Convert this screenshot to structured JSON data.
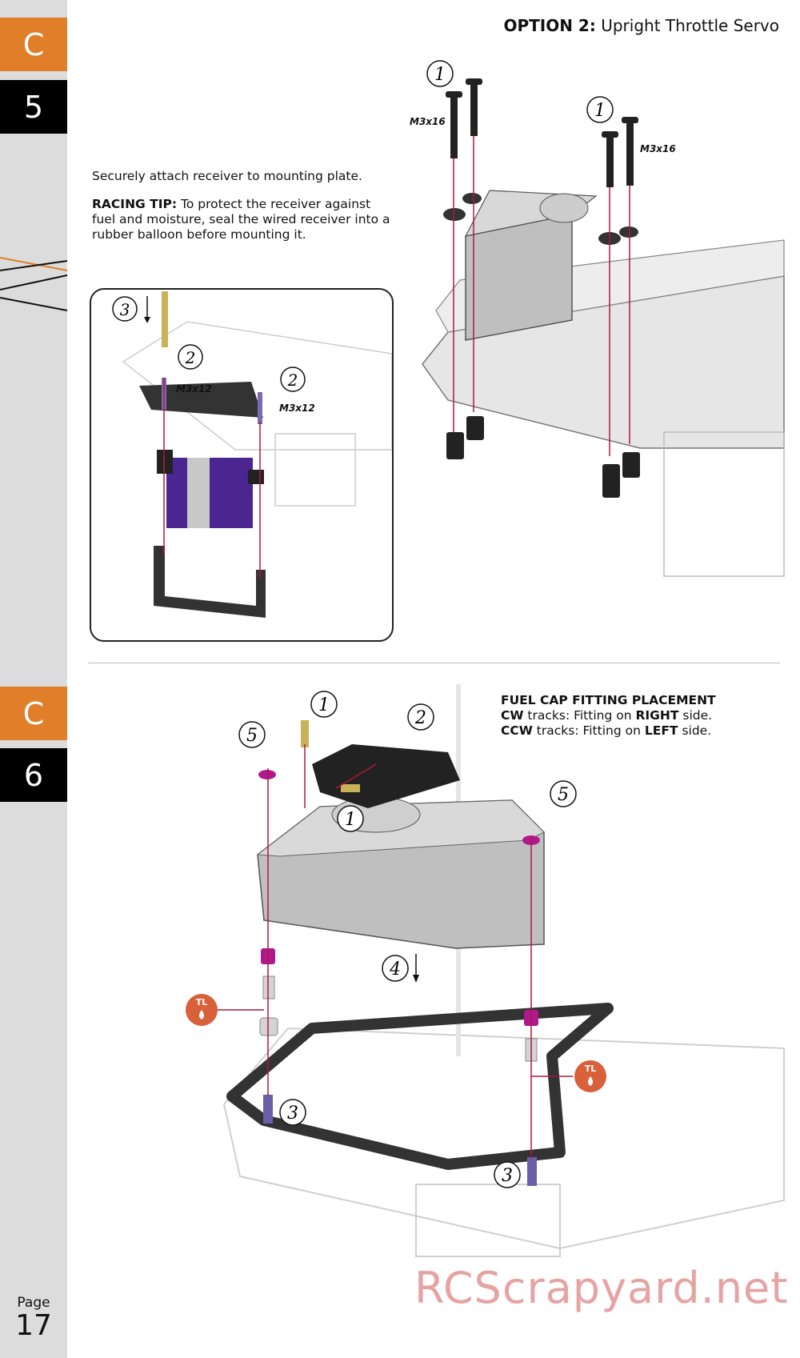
{
  "sidebar": {
    "top_letter": "C",
    "top_number": "5",
    "bottom_letter": "C",
    "bottom_number": "6",
    "page_label": "Page",
    "page_number": "17"
  },
  "step5": {
    "option_bold": "OPTION 2:",
    "option_rest": "Upright Throttle Servo",
    "instruction": "Securely attach receiver to mounting plate.",
    "tip_label": "RACING TIP:",
    "tip_text": "To protect the receiver against fuel and moisture, seal the wired receiver into a rubber balloon before mounting it.",
    "screw_label_a": "M3x16",
    "screw_label_b": "M3x16",
    "inset_screw_a": "M3x12",
    "inset_screw_b": "M3x12",
    "callouts": [
      "1",
      "1",
      "2",
      "2",
      "3"
    ]
  },
  "step6": {
    "title": "FUEL CAP FITTING PLACEMENT",
    "cw_key": "CW",
    "cw_mid": "tracks: Fitting on",
    "cw_side": "RIGHT",
    "cw_end": "side.",
    "ccw_key": "CCW",
    "ccw_mid": "tracks: Fitting on",
    "ccw_side": "LEFT",
    "ccw_end": "side.",
    "callouts": [
      "1",
      "2",
      "5",
      "5",
      "1",
      "4",
      "3",
      "3"
    ],
    "threadlock_label": "TL"
  },
  "watermark": "RCScrapyard.net",
  "colors": {
    "tab_orange": "#e07e2a",
    "tab_black": "#000000",
    "sidebar": "#dcdcdc",
    "align_line": "#b0183a",
    "screw_purple": "#b0188e",
    "threadlock": "#d8603a",
    "receiver": "#4b2590"
  }
}
